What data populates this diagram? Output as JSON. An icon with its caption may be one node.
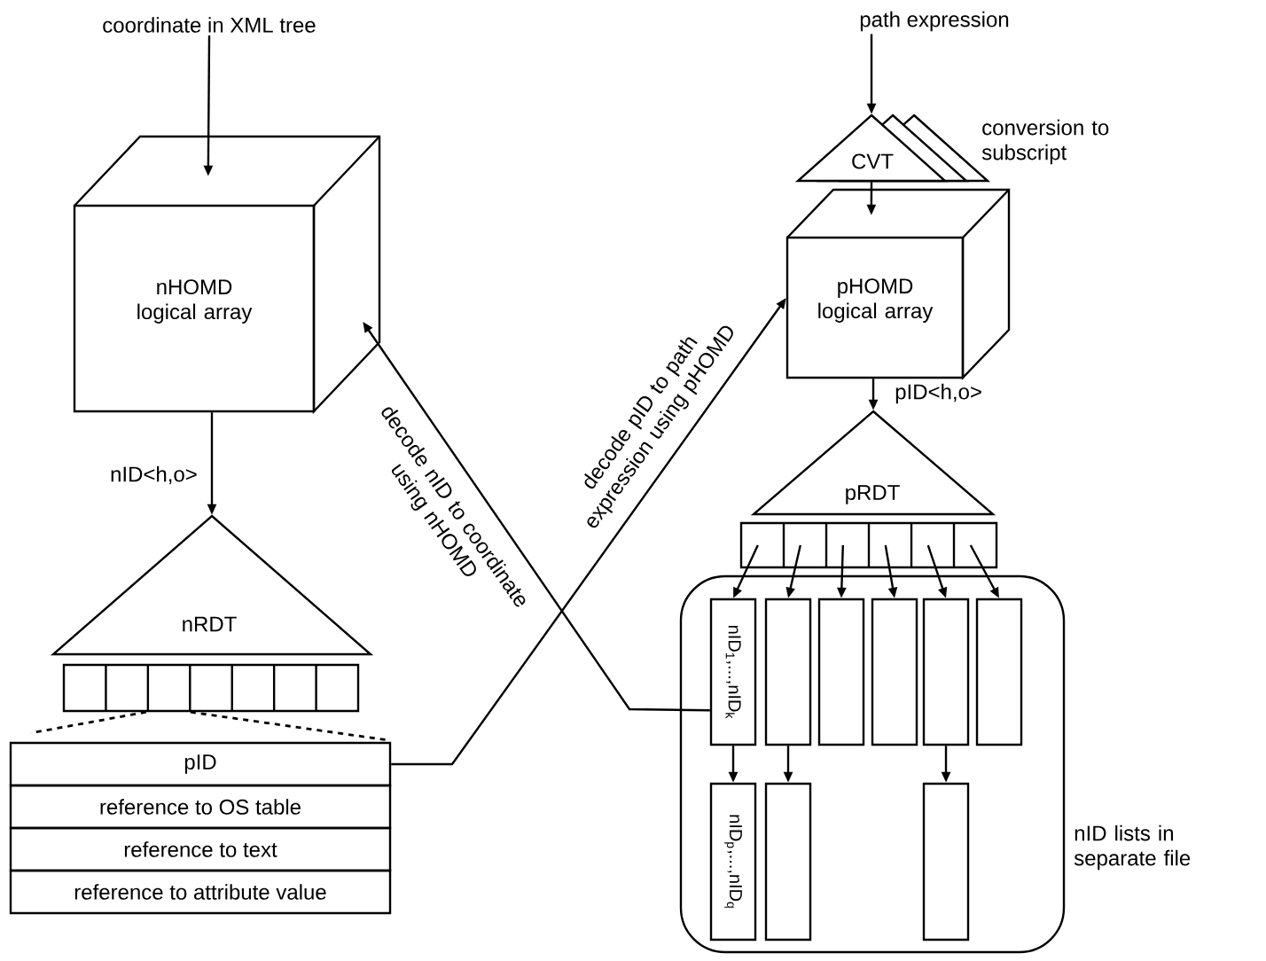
{
  "diagram": {
    "nodes": [
      {
        "text": [
          "coordinate in XML tree"
        ]
      },
      {
        "text": [
          "nHOMD logical array"
        ]
      },
      {
        "text": [
          "nRDT"
        ]
      },
      {
        "text": [],
        "shape": "bar"
      },
      {
        "text": [
          "pID"
        ]
      },
      {
        "text": [
          "reference to OS table"
        ]
      },
      {
        "text": [
          "reference to text"
        ]
      },
      {
        "text": [
          "reference to attribute value"
        ]
      },
      {
        "text": [
          "path expression"
        ]
      },
      {
        "text": [
          "CVT"
        ],
        "beside": [
          "conversion to subscript"
        ]
      },
      {
        "text": [
          "pHOMD logical array"
        ]
      },
      {
        "text": [
          "pRDT"
        ]
      },
      {
        "text": [],
        "shape": "bar"
      },
      {
        "text": [],
        "shape": "box",
        "beside": [
          "nID lists in separate file"
        ]
      },
      {
        "text": [
          "nID$_{1}$,...,nID$_{k}$"
        ],
        "in": 13
      },
      {
        "text": [],
        "shape": "box",
        "in": 13
      },
      {
        "text": [],
        "shape": "box",
        "in": 13
      },
      {
        "text": [],
        "shape": "box",
        "in": 13
      },
      {
        "text": [],
        "shape": "box",
        "in": 13
      },
      {
        "text": [],
        "shape": "box",
        "in": 13
      },
      {
        "text": [
          "nID$_{p}$,...,nID$_{q}$"
        ],
        "in": 13
      },
      {
        "text": [],
        "shape": "box",
        "in": 13
      },
      {
        "text": [],
        "shape": "box",
        "in": 13
      }
    ],
    "edges": [
      {
        "from": 0,
        "to": 1,
        "arrow": "to"
      },
      {
        "from": 1,
        "to": 2,
        "arrow": "to",
        "label": "nID<h,o>"
      },
      {
        "from": 8,
        "to": 9,
        "arrow": "to"
      },
      {
        "from": 9,
        "to": 10,
        "arrow": "to"
      },
      {
        "from": 10,
        "to": 11,
        "arrow": "to",
        "label": "pID<h,o>"
      },
      {
        "from": 4,
        "to": 10,
        "arrow": "to",
        "label": "decode pID to path expression using pHOMD"
      },
      {
        "from": 12,
        "to": 14,
        "arrow": "to"
      },
      {
        "from": 12,
        "to": 15,
        "arrow": "to"
      },
      {
        "from": 12,
        "to": 16,
        "arrow": "to"
      },
      {
        "from": 12,
        "to": 17,
        "arrow": "to"
      },
      {
        "from": 12,
        "to": 18,
        "arrow": "to"
      },
      {
        "from": 12,
        "to": 19,
        "arrow": "to"
      },
      {
        "from": 14,
        "to": 20,
        "arrow": "to"
      },
      {
        "from": 15,
        "to": 21,
        "arrow": "to"
      },
      {
        "from": 18,
        "to": 22,
        "arrow": "to"
      },
      {
        "from": 14,
        "to": 1,
        "arrow": "to",
        "label": "decode nID to coordinate using nHOMD"
      },
      {
        "from": 3,
        "to": 4,
        "arrow": "none",
        "style": "dashed"
      },
      {
        "from": 3,
        "to": 4,
        "arrow": "none",
        "style": "dashed"
      }
    ]
  }
}
